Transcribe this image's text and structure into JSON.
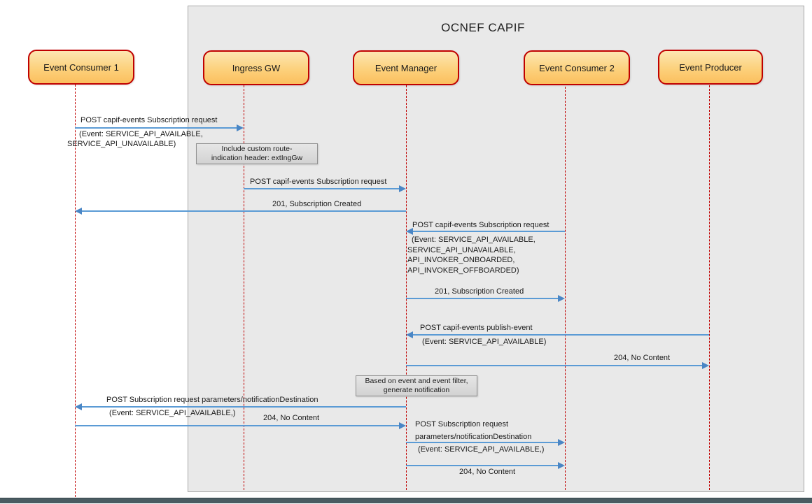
{
  "diagram": {
    "title": "OCNEF CAPIF",
    "actors": [
      {
        "label": "Event Consumer 1"
      },
      {
        "label": "Ingress GW"
      },
      {
        "label": "Event Manager"
      },
      {
        "label": "Event Consumer 2"
      },
      {
        "label": "Event Producer"
      }
    ],
    "notes": [
      {
        "attached_to": "Ingress GW",
        "lines": [
          "Include custom route-",
          "indication header: extIngGw"
        ]
      },
      {
        "attached_to": "Event Manager",
        "lines": [
          "Based on event and event filter,",
          "generate notification"
        ]
      }
    ],
    "messages": [
      {
        "from": "Event Consumer 1",
        "to": "Ingress GW",
        "label": "POST capif-events Subscription request",
        "detail": [
          " (Event: SERVICE_API_AVAILABLE,",
          "SERVICE_API_UNAVAILABLE)"
        ]
      },
      {
        "from": "Ingress GW",
        "to": "Event Manager",
        "label": "POST capif-events Subscription request",
        "detail": []
      },
      {
        "from": "Event Manager",
        "to": "Event Consumer 1",
        "label": "201, Subscription Created",
        "detail": []
      },
      {
        "from": "Event Consumer 2",
        "to": "Event Manager",
        "label": "POST capif-events Subscription request",
        "detail": [
          " (Event: SERVICE_API_AVAILABLE,",
          "SERVICE_API_UNAVAILABLE,",
          "API_INVOKER_ONBOARDED,",
          "API_INVOKER_OFFBOARDED)"
        ]
      },
      {
        "from": "Event Manager",
        "to": "Event Consumer 2",
        "label": "201, Subscription Created",
        "detail": []
      },
      {
        "from": "Event Producer",
        "to": "Event Manager",
        "label": "POST capif-events publish-event",
        "detail": [
          " (Event: SERVICE_API_AVAILABLE)"
        ]
      },
      {
        "from": "Event Manager",
        "to": "Event Producer",
        "label": "204, No Content",
        "detail": []
      },
      {
        "from": "Event Manager",
        "to": "Event Consumer 1",
        "label": "POST Subscription request parameters/notificationDestination",
        "detail": [
          " (Event: SERVICE_API_AVAILABLE,)"
        ]
      },
      {
        "from": "Event Consumer 1",
        "to": "Event Manager",
        "label": "204, No Content",
        "detail": []
      },
      {
        "from": "Event Manager",
        "to": "Event Consumer 2",
        "label": "POST Subscription request",
        "label2": "parameters/notificationDestination",
        "detail": [
          " (Event: SERVICE_API_AVAILABLE,)"
        ]
      },
      {
        "from": "Event Manager",
        "to": "Event Consumer 2",
        "label": "204, No Content",
        "detail": []
      }
    ],
    "colors": {
      "frame_fill": "#e9e9e9",
      "frame_border": "#a8a8a8",
      "actor_fill_top": "#fde6b2",
      "actor_fill_bottom": "#fbbf5e",
      "actor_border": "#c00000",
      "lifeline": "#c00000",
      "arrow": "#5b9bd5",
      "arrow_head": "#4a86c5",
      "note_fill": "#d2d2d2",
      "note_border": "#8f8f8f",
      "bottom_bar": "#4a5c62"
    }
  }
}
